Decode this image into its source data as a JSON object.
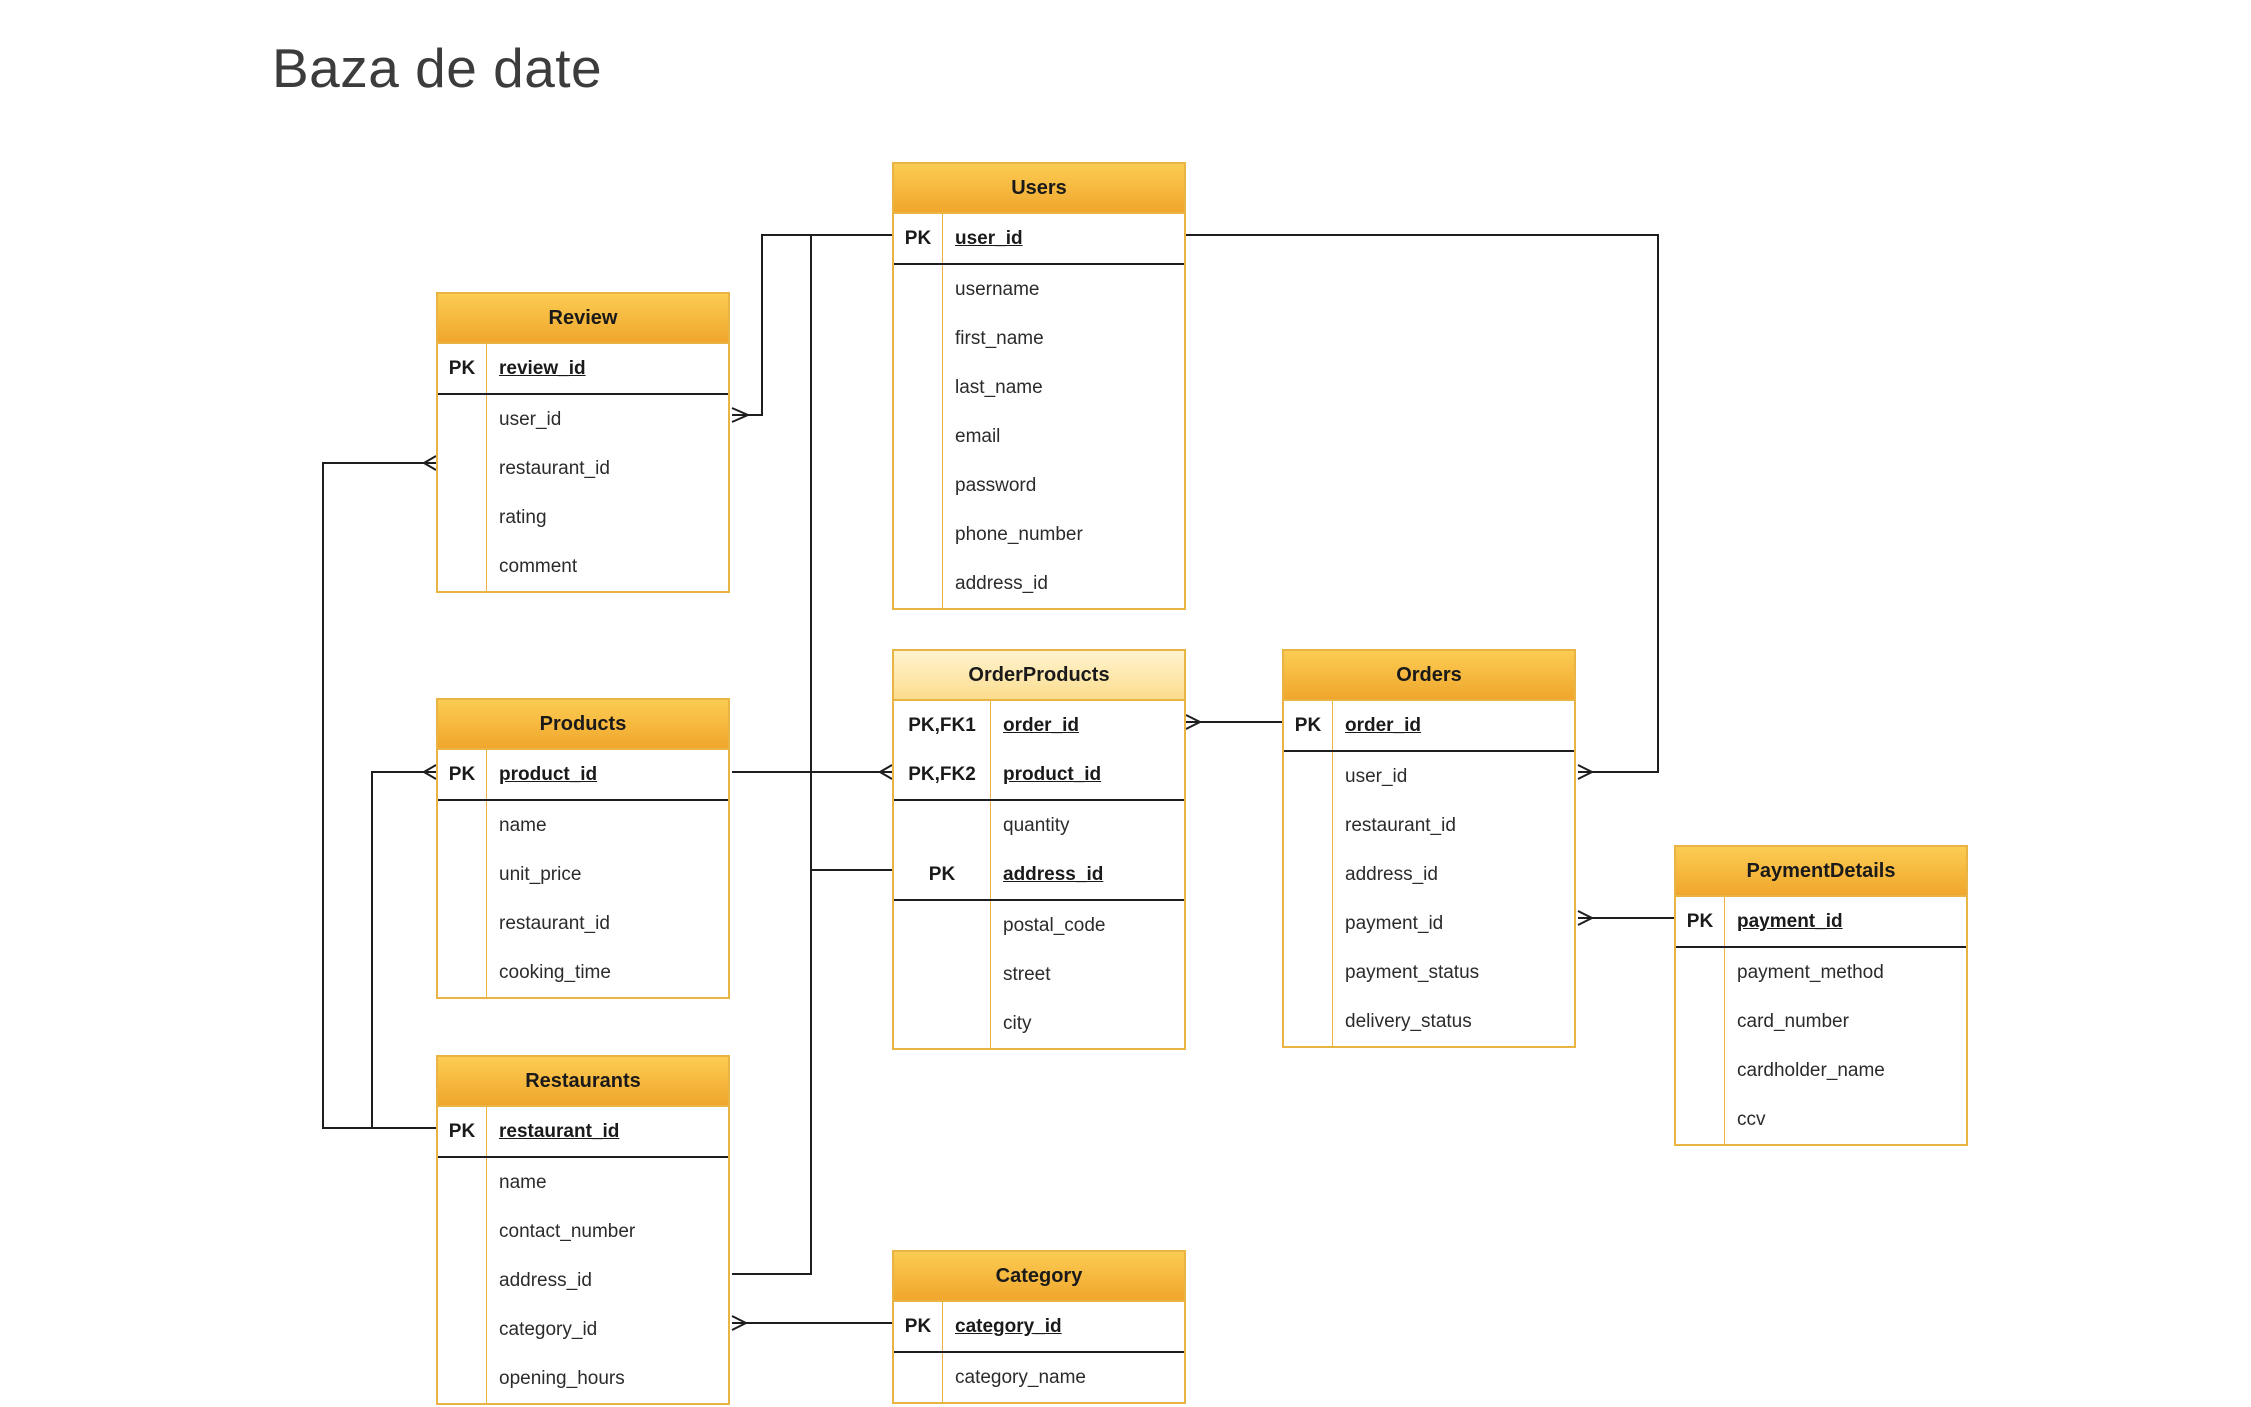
{
  "page": {
    "title": "Baza de date"
  },
  "entities": {
    "users": {
      "name": "Users",
      "rows": [
        {
          "key": "PK",
          "field": "user_id"
        },
        {
          "key": "",
          "field": "username"
        },
        {
          "key": "",
          "field": "first_name"
        },
        {
          "key": "",
          "field": "last_name"
        },
        {
          "key": "",
          "field": "email"
        },
        {
          "key": "",
          "field": "password"
        },
        {
          "key": "",
          "field": "phone_number"
        },
        {
          "key": "",
          "field": "address_id"
        }
      ]
    },
    "review": {
      "name": "Review",
      "rows": [
        {
          "key": "PK",
          "field": "review_id"
        },
        {
          "key": "",
          "field": "user_id"
        },
        {
          "key": "",
          "field": "restaurant_id"
        },
        {
          "key": "",
          "field": "rating"
        },
        {
          "key": "",
          "field": "comment"
        }
      ]
    },
    "products": {
      "name": "Products",
      "rows": [
        {
          "key": "PK",
          "field": "product_id"
        },
        {
          "key": "",
          "field": "name"
        },
        {
          "key": "",
          "field": "unit_price"
        },
        {
          "key": "",
          "field": "restaurant_id"
        },
        {
          "key": "",
          "field": "cooking_time"
        }
      ]
    },
    "restaurants": {
      "name": "Restaurants",
      "rows": [
        {
          "key": "PK",
          "field": "restaurant_id"
        },
        {
          "key": "",
          "field": "name"
        },
        {
          "key": "",
          "field": "contact_number"
        },
        {
          "key": "",
          "field": "address_id"
        },
        {
          "key": "",
          "field": "category_id"
        },
        {
          "key": "",
          "field": "opening_hours"
        }
      ]
    },
    "order_products": {
      "name": "OrderProducts",
      "rows": [
        {
          "key": "PK,FK1",
          "field": "order_id"
        },
        {
          "key": "PK,FK2",
          "field": "product_id"
        },
        {
          "key": "",
          "field": "quantity"
        },
        {
          "key": "PK",
          "field": "address_id"
        },
        {
          "key": "",
          "field": "postal_code"
        },
        {
          "key": "",
          "field": "street"
        },
        {
          "key": "",
          "field": "city"
        }
      ]
    },
    "orders": {
      "name": "Orders",
      "rows": [
        {
          "key": "PK",
          "field": "order_id"
        },
        {
          "key": "",
          "field": "user_id"
        },
        {
          "key": "",
          "field": "restaurant_id"
        },
        {
          "key": "",
          "field": "address_id"
        },
        {
          "key": "",
          "field": "payment_id"
        },
        {
          "key": "",
          "field": "payment_status"
        },
        {
          "key": "",
          "field": "delivery_status"
        }
      ]
    },
    "payment_details": {
      "name": "PaymentDetails",
      "rows": [
        {
          "key": "PK",
          "field": "payment_id"
        },
        {
          "key": "",
          "field": "payment_method"
        },
        {
          "key": "",
          "field": "card_number"
        },
        {
          "key": "",
          "field": "cardholder_name"
        },
        {
          "key": "",
          "field": "ccv"
        }
      ]
    },
    "category": {
      "name": "Category",
      "rows": [
        {
          "key": "PK",
          "field": "category_id"
        },
        {
          "key": "",
          "field": "category_name"
        }
      ]
    }
  },
  "colors": {
    "header_top": "#fccc53",
    "header_bottom": "#f0a62c",
    "border": "#e9b444",
    "line": "#1e1e1e",
    "title": "#3c3c3c"
  }
}
